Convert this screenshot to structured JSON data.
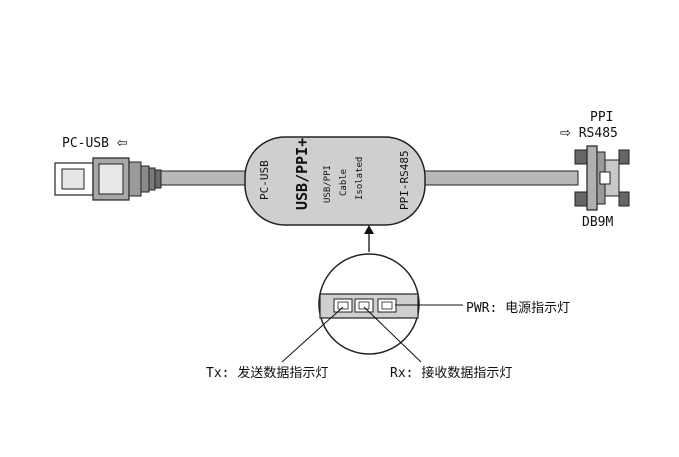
{
  "left_connector": {
    "label": "PC-USB",
    "arrow": "⇦"
  },
  "right_connector": {
    "top_label": "PPI",
    "mid_label": "RS485",
    "bottom_label": "DB9M",
    "arrow": "⇨"
  },
  "converter": {
    "left_text": "PC-USB",
    "title": "USB/PPI+",
    "line1": "USB/PPI",
    "line2": "Cable",
    "line3": "Isolated",
    "right_text": "PPI-RS485"
  },
  "leds": {
    "pwr_prefix": "PWR:",
    "pwr_text": "电源指示灯",
    "tx_prefix": "Tx:",
    "tx_text": "发送数据指示灯",
    "rx_prefix": "Rx:",
    "rx_text": "接收数据指示灯"
  }
}
